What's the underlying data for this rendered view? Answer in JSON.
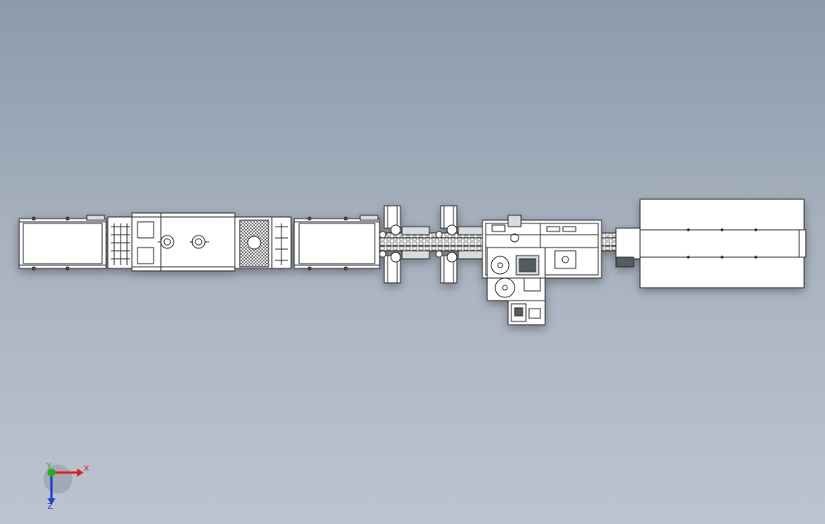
{
  "viewport": {
    "background_top": "#8d9aab",
    "background_bottom": "#bcc4cf"
  },
  "model": {
    "line_color": "#2b2b2b",
    "fill_color": "#ffffff",
    "panel_gray": "#d9dcdf",
    "dark_fill": "#555b60"
  },
  "triad": {
    "x_label": "X",
    "y_label": "Y",
    "z_label": "Z",
    "x_color": "#e02020",
    "y_color": "#20b020",
    "z_color": "#2040d0"
  }
}
